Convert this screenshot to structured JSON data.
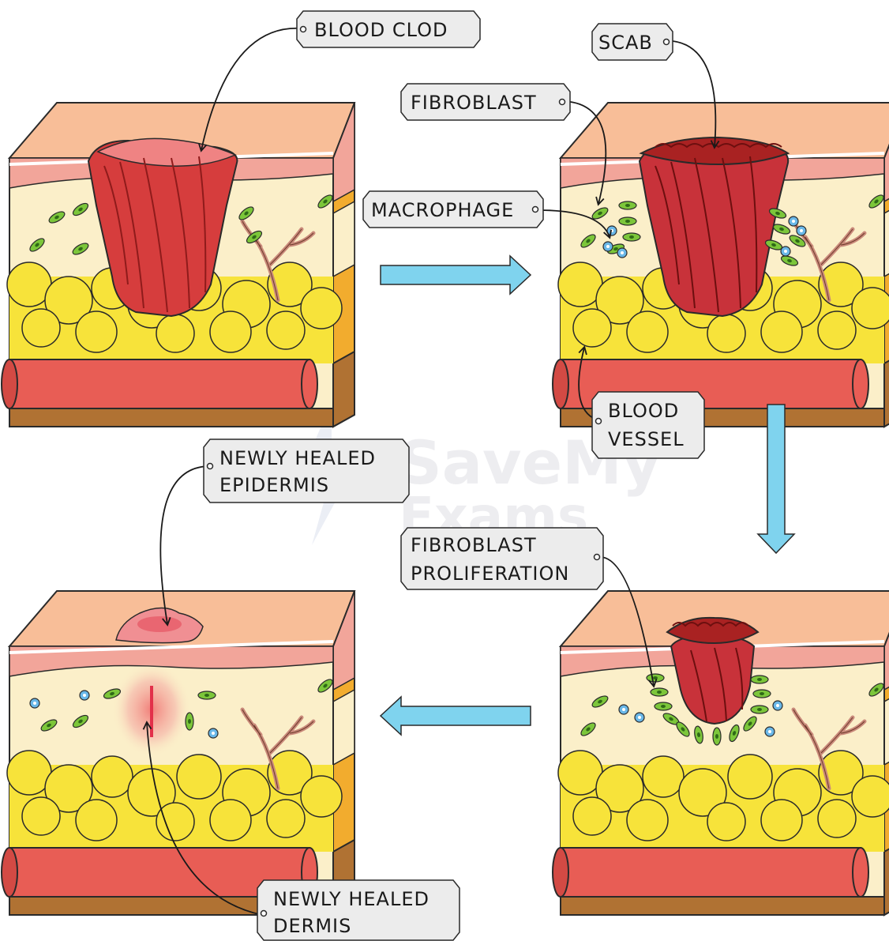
{
  "watermark": {
    "line1": "SaveMy",
    "line2": "Exams"
  },
  "labels": {
    "blood_clod": "BLOOD CLOD",
    "scab": "SCAB",
    "fibroblast": "FIBROBLAST",
    "macrophage": "MACROPHAGE",
    "blood_vessel": [
      "BLOOD",
      "VESSEL"
    ],
    "newly_healed_epidermis": [
      "NEWLY HEALED",
      "EPIDERMIS"
    ],
    "fibroblast_proliferation": [
      "FIBROBLAST",
      "PROLIFERATION"
    ],
    "newly_healed_dermis": [
      "NEWLY HEALED",
      "DERMIS"
    ]
  },
  "colors": {
    "epidermis_top": "#f8be98",
    "epidermis_band": "#f2a59a",
    "dermis": "#fbefc9",
    "fat": "#f7e33a",
    "fat_side": "#f2ac2e",
    "vessel": "#e85d55",
    "base": "#b07233",
    "clot": "#d63d3d",
    "clot_dark": "#a92222",
    "arrow": "#7fd3ee",
    "fibroblast": "#7cc63a",
    "macrophage": "#6ab8e8",
    "tag_fill": "#ececec"
  }
}
